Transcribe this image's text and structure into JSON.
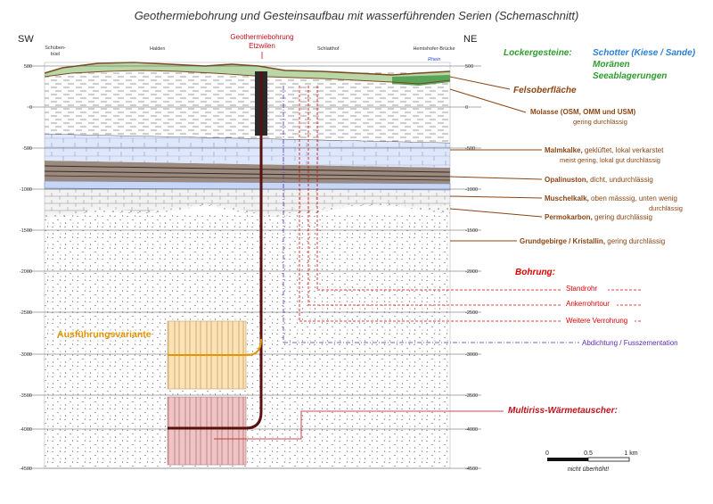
{
  "title": "Geothermiebohrung und Gesteinsaufbau mit wasserführenden Serien (Schemaschnitt)",
  "orientation": {
    "left": "SW",
    "right": "NE"
  },
  "locations": {
    "schuebenbuel_1": "Schüben-",
    "schuebenbuel_2": "büel",
    "halden": "Halden",
    "bohrung_1": "Geothermiebohrung",
    "bohrung_2": "Etzwilen",
    "schlatthof": "Schlatthof",
    "hemishofer": "Hemishofer-Brücke",
    "rhein": "Rhein"
  },
  "depth_ticks": [
    "500",
    "0",
    "-500",
    "-1000",
    "-1500",
    "-2000",
    "-2500",
    "-3000",
    "-3500",
    "-4000",
    "-4500"
  ],
  "lockergesteine": {
    "title": "Lockergesteine:",
    "item1": "Schotter (Kiese / Sande)",
    "item2": "Moränen",
    "item3": "Seeablagerungen"
  },
  "felsoberflaeche": "Felsoberfläche",
  "layers": {
    "molasse_name": "Molasse (OSM, OMM und USM)",
    "molasse_desc": "gering  durchlässig",
    "malm_name": "Malmkalke,",
    "malm_desc1": " geklüftet, lokal verkarstet",
    "malm_desc2": "meist gering, lokal gut durchlässig",
    "opalinus_name": "Opalinuston,",
    "opalinus_desc": " dicht, undurchlässig",
    "muschel_name": "Muschelkalk,",
    "muschel_desc1": " oben mässsig, unten wenig",
    "muschel_desc2": "durchlässig",
    "perm_name": "Permokarbon,",
    "perm_desc": " gering durchlässig",
    "grund_name": "Grundgebirge / Kristallin,",
    "grund_desc": " gering durchlässig"
  },
  "bohrung": {
    "title": "Bohrung:",
    "standrohr": "Standrohr",
    "anker": "Ankerrohrtour",
    "verrohrung": "Weitere Verrohrung",
    "abdichtung": "Abdichtung / Fusszementation"
  },
  "ausfuehrungsvariante": "Ausführungsvariante",
  "multiriss": "Multiriss-Wärmetauscher:",
  "scale": {
    "s0": "0",
    "s1": "0.5",
    "s2": "1 km",
    "note": "nicht überhöht!"
  },
  "colors": {
    "brown": "#8B4513",
    "green": "#2e9b2e",
    "blue": "#2a7fd4",
    "red": "#e00000",
    "purple": "#5b2bb5",
    "orange": "#e59400",
    "darkred": "#c0101a",
    "casing": "#5a1010"
  }
}
